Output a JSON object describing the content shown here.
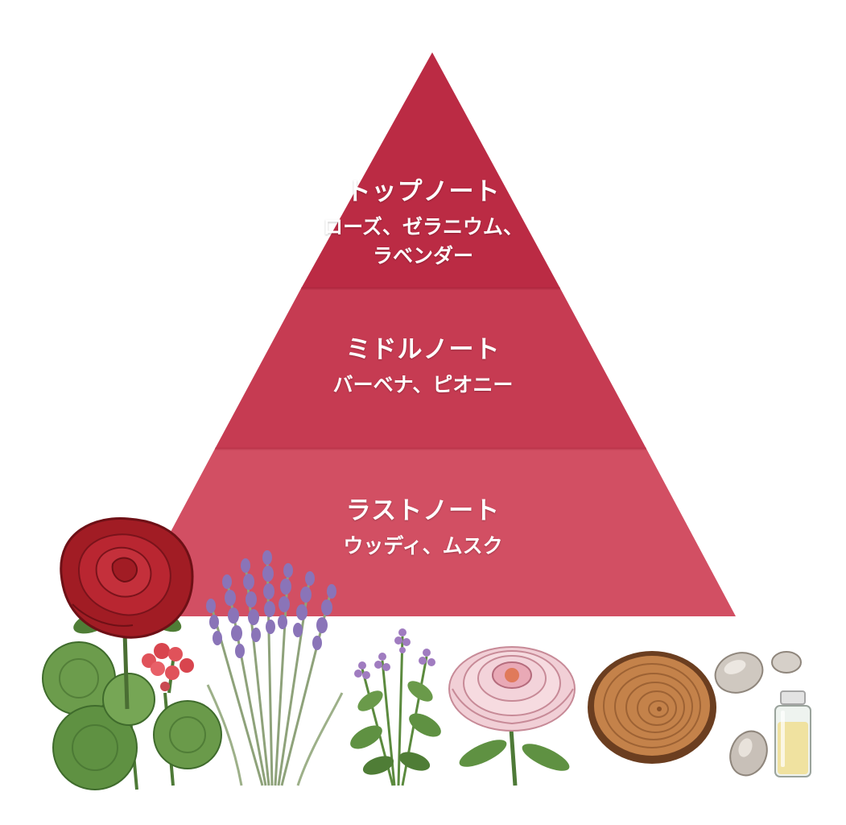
{
  "pyramid": {
    "colors": {
      "top": "#bb2b44",
      "middle": "#c63b52",
      "base": "#d24f63"
    },
    "tiers": [
      {
        "id": "top",
        "title": "トップノート",
        "notes": [
          "ローズ、ゼラニウム、",
          "ラベンダー"
        ]
      },
      {
        "id": "middle",
        "title": "ミドルノート",
        "notes": [
          "バーベナ、ピオニー"
        ]
      },
      {
        "id": "base",
        "title": "ラストノート",
        "notes": [
          "ウッディ、ムスク"
        ]
      }
    ]
  },
  "illustrations": [
    {
      "name": "rose-icon",
      "depicts": "rose"
    },
    {
      "name": "geranium-icon",
      "depicts": "geranium"
    },
    {
      "name": "lavender-icon",
      "depicts": "lavender"
    },
    {
      "name": "verbena-icon",
      "depicts": "verbena"
    },
    {
      "name": "peony-icon",
      "depicts": "peony"
    },
    {
      "name": "wood-slice-icon",
      "depicts": "wood"
    },
    {
      "name": "musk-stones-icon",
      "depicts": "musk"
    },
    {
      "name": "oil-bottle-icon",
      "depicts": "bottle"
    }
  ]
}
